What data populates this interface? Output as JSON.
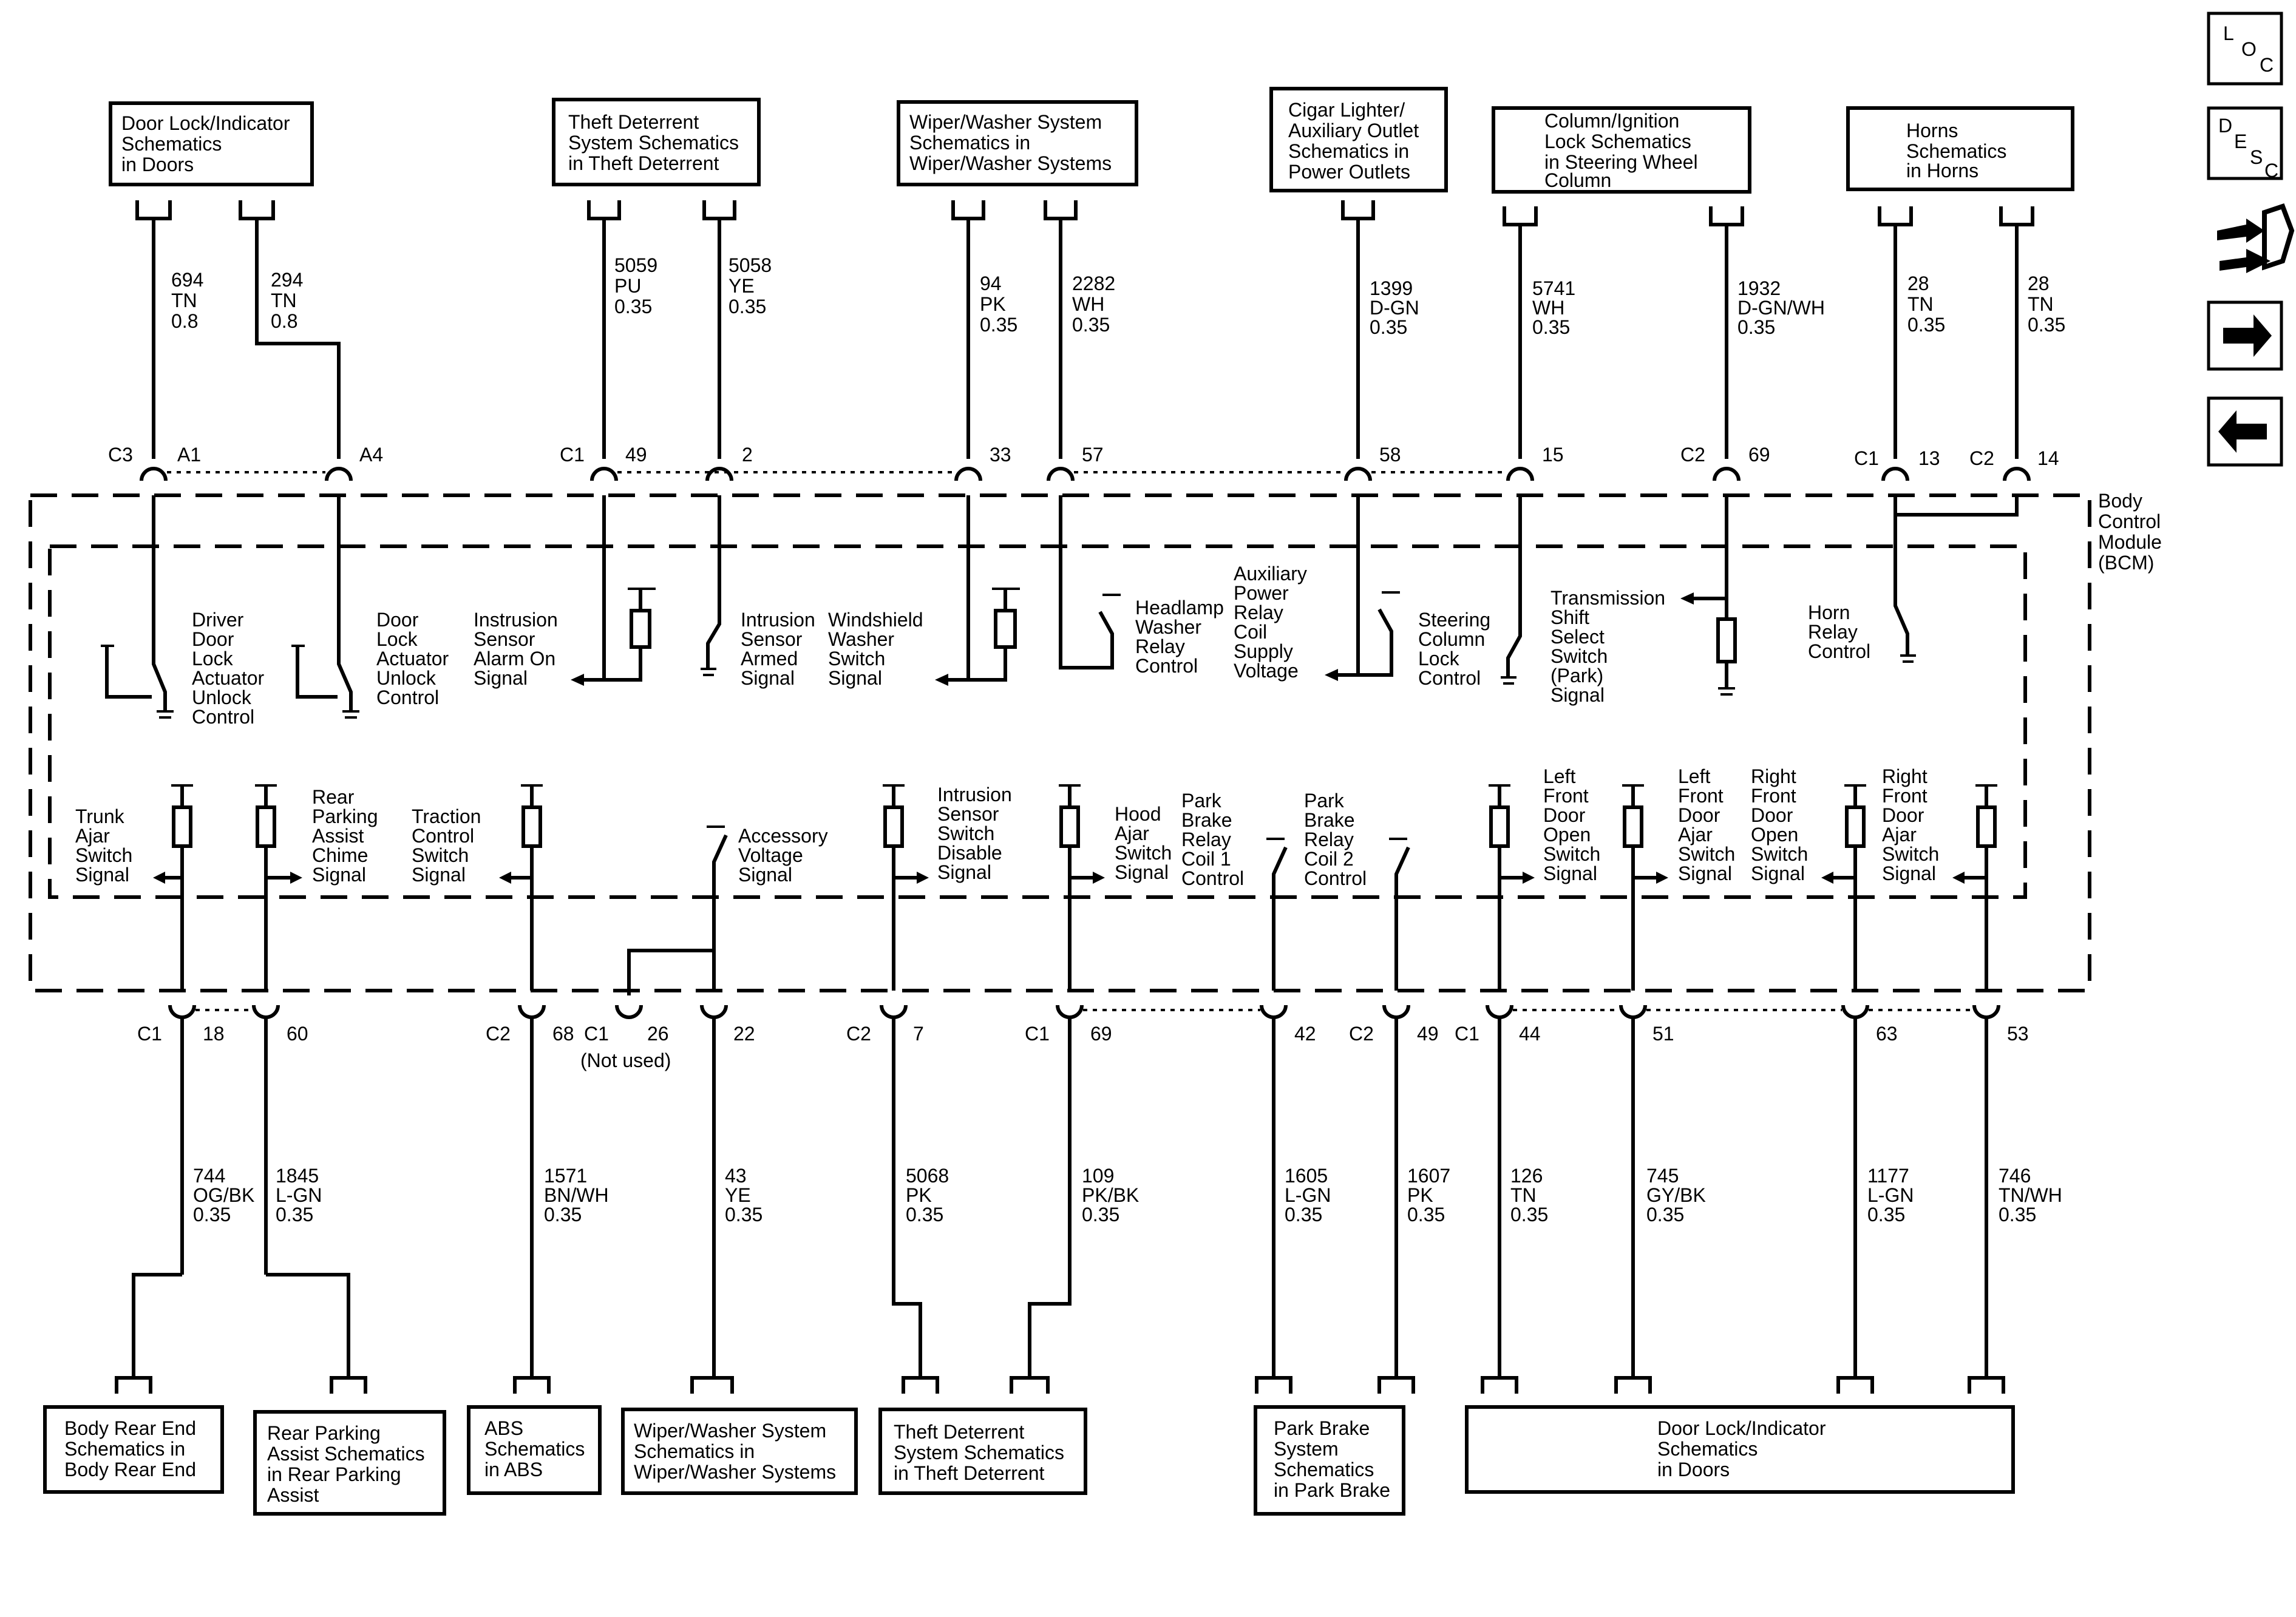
{
  "nav": {
    "loc": [
      "L",
      "O",
      "C"
    ],
    "desc": [
      "D",
      "E",
      "S",
      "C"
    ]
  },
  "top_boxes": {
    "door_lock": [
      "Door Lock/Indicator",
      "Schematics",
      "in Doors"
    ],
    "theft": [
      "Theft Deterrent",
      "System Schematics",
      "in Theft Deterrent"
    ],
    "wiper": [
      "Wiper/Washer System",
      "Schematics in",
      "Wiper/Washer Systems"
    ],
    "cigar": [
      "Cigar Lighter/",
      "Auxiliary Outlet",
      "Schematics in",
      "Power Outlets"
    ],
    "column": [
      "Column/Ignition",
      "Lock Schematics",
      "in Steering Wheel",
      "Column"
    ],
    "horns": [
      "Horns",
      "Schematics",
      "in Horns"
    ]
  },
  "top_wires": {
    "w694": [
      "694",
      "TN",
      "0.8"
    ],
    "w294": [
      "294",
      "TN",
      "0.8"
    ],
    "w5059": [
      "5059",
      "PU",
      "0.35"
    ],
    "w5058": [
      "5058",
      "YE",
      "0.35"
    ],
    "w94": [
      "94",
      "PK",
      "0.35"
    ],
    "w2282": [
      "2282",
      "WH",
      "0.35"
    ],
    "w1399": [
      "1399",
      "D-GN",
      "0.35"
    ],
    "w5741": [
      "5741",
      "WH",
      "0.35"
    ],
    "w1932": [
      "1932",
      "D-GN/WH",
      "0.35"
    ],
    "w28a": [
      "28",
      "TN",
      "0.35"
    ],
    "w28b": [
      "28",
      "TN",
      "0.35"
    ]
  },
  "top_pins": {
    "c3": "C3",
    "a1": "A1",
    "a4": "A4",
    "c1": "C1",
    "p49": "49",
    "p2": "2",
    "p33": "33",
    "p57": "57",
    "p58": "58",
    "p15": "15",
    "c2": "C2",
    "p69": "69",
    "c1b": "C1",
    "p13": "13",
    "c2b": "C2",
    "p14": "14"
  },
  "bcm": [
    "Body",
    "Control",
    "Module",
    "(BCM)"
  ],
  "upper_labels": {
    "driver_door": [
      "Driver",
      "Door",
      "Lock",
      "Actuator",
      "Unlock",
      "Control"
    ],
    "door_lock_act": [
      "Door",
      "Lock",
      "Actuator",
      "Unlock",
      "Control"
    ],
    "intrusion_alarm": [
      "Instrusion",
      "Sensor",
      "Alarm On",
      "Signal"
    ],
    "intrusion_armed": [
      "Intrusion",
      "Sensor",
      "Armed",
      "Signal"
    ],
    "windshield": [
      "Windshield",
      "Washer",
      "Switch",
      "Signal"
    ],
    "headlamp": [
      "Headlamp",
      "Washer",
      "Relay",
      "Control"
    ],
    "aux_power": [
      "Auxiliary",
      "Power",
      "Relay",
      "Coil",
      "Supply",
      "Voltage"
    ],
    "steering": [
      "Steering",
      "Column",
      "Lock",
      "Control"
    ],
    "transmission": [
      "Transmission",
      "Shift",
      "Select",
      "Switch",
      "(Park)",
      "Signal"
    ],
    "horn_relay": [
      "Horn",
      "Relay",
      "Control"
    ]
  },
  "lower_labels": {
    "trunk": [
      "Trunk",
      "Ajar",
      "Switch",
      "Signal"
    ],
    "rear_park": [
      "Rear",
      "Parking",
      "Assist",
      "Chime",
      "Signal"
    ],
    "traction": [
      "Traction",
      "Control",
      "Switch",
      "Signal"
    ],
    "accessory": [
      "Accessory",
      "Voltage",
      "Signal"
    ],
    "intrusion_dis": [
      "Intrusion",
      "Sensor",
      "Switch",
      "Disable",
      "Signal"
    ],
    "hood": [
      "Hood",
      "Ajar",
      "Switch",
      "Signal"
    ],
    "park1": [
      "Park",
      "Brake",
      "Relay",
      "Coil 1",
      "Control"
    ],
    "park2": [
      "Park",
      "Brake",
      "Relay",
      "Coil 2",
      "Control"
    ],
    "lf_open": [
      "Left",
      "Front",
      "Door",
      "Open",
      "Switch",
      "Signal"
    ],
    "lf_ajar": [
      "Left",
      "Front",
      "Door",
      "Ajar",
      "Switch",
      "Signal"
    ],
    "rf_open": [
      "Right",
      "Front",
      "Door",
      "Open",
      "Switch",
      "Signal"
    ],
    "rf_ajar": [
      "Right",
      "Front",
      "Door",
      "Ajar",
      "Switch",
      "Signal"
    ]
  },
  "bottom_pins": {
    "c1": "C1",
    "p18": "18",
    "p60": "60",
    "c2": "C2",
    "p68": "68",
    "c1b": "C1",
    "p26": "26",
    "not_used": "(Not used)",
    "p22": "22",
    "c2b": "C2",
    "p7": "7",
    "c1c": "C1",
    "p69": "69",
    "p42": "42",
    "c2c": "C2",
    "p49": "49",
    "c1d": "C1",
    "p44": "44",
    "p51": "51",
    "p63": "63",
    "p53": "53"
  },
  "bottom_wires": {
    "w744": [
      "744",
      "OG/BK",
      "0.35"
    ],
    "w1845": [
      "1845",
      "L-GN",
      "0.35"
    ],
    "w1571": [
      "1571",
      "BN/WH",
      "0.35"
    ],
    "w43": [
      "43",
      "YE",
      "0.35"
    ],
    "w5068": [
      "5068",
      "PK",
      "0.35"
    ],
    "w109": [
      "109",
      "PK/BK",
      "0.35"
    ],
    "w1605": [
      "1605",
      "L-GN",
      "0.35"
    ],
    "w1607": [
      "1607",
      "PK",
      "0.35"
    ],
    "w126": [
      "126",
      "TN",
      "0.35"
    ],
    "w745": [
      "745",
      "GY/BK",
      "0.35"
    ],
    "w1177": [
      "1177",
      "L-GN",
      "0.35"
    ],
    "w746": [
      "746",
      "TN/WH",
      "0.35"
    ]
  },
  "bottom_boxes": {
    "body_rear": [
      "Body Rear End",
      "Schematics in",
      "Body Rear End"
    ],
    "rear_parking": [
      "Rear Parking",
      "Assist Schematics",
      "in Rear Parking",
      "Assist"
    ],
    "abs": [
      "ABS",
      "Schematics",
      "in ABS"
    ],
    "wiper": [
      "Wiper/Washer System",
      "Schematics in",
      "Wiper/Washer Systems"
    ],
    "theft": [
      "Theft Deterrent",
      "System Schematics",
      "in Theft Deterrent"
    ],
    "park_brake": [
      "Park Brake",
      "System",
      "Schematics",
      "in Park Brake"
    ],
    "door_lock": [
      "Door Lock/Indicator",
      "Schematics",
      "in Doors"
    ]
  }
}
